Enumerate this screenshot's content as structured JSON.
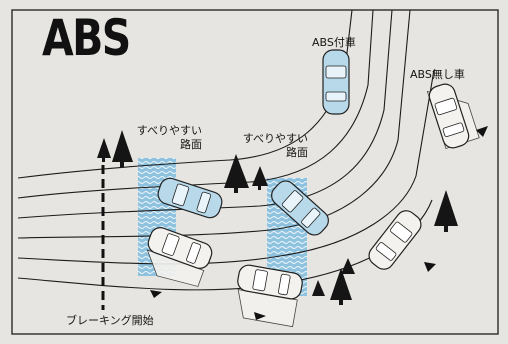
{
  "diagram": {
    "title": "ABS",
    "labels": {
      "abs_car": "ABS付車",
      "no_abs_car": "ABS無し車",
      "slippery_1": [
        "すべりやすい",
        "路面"
      ],
      "slippery_2": [
        "すべりやすい",
        "路面"
      ],
      "braking_start": "ブレーキング開始"
    },
    "colors": {
      "background": "#e7e5e1",
      "road_line": "#1c1c1c",
      "slippery_surface": "#8fc2de",
      "abs_car_body": "#b7d9ea",
      "no_abs_car_body": "#f4f2ee",
      "tree": "#151515"
    },
    "icons": [
      "car-top-view-icon",
      "tree-icon",
      "skid-arrow-icon"
    ]
  }
}
